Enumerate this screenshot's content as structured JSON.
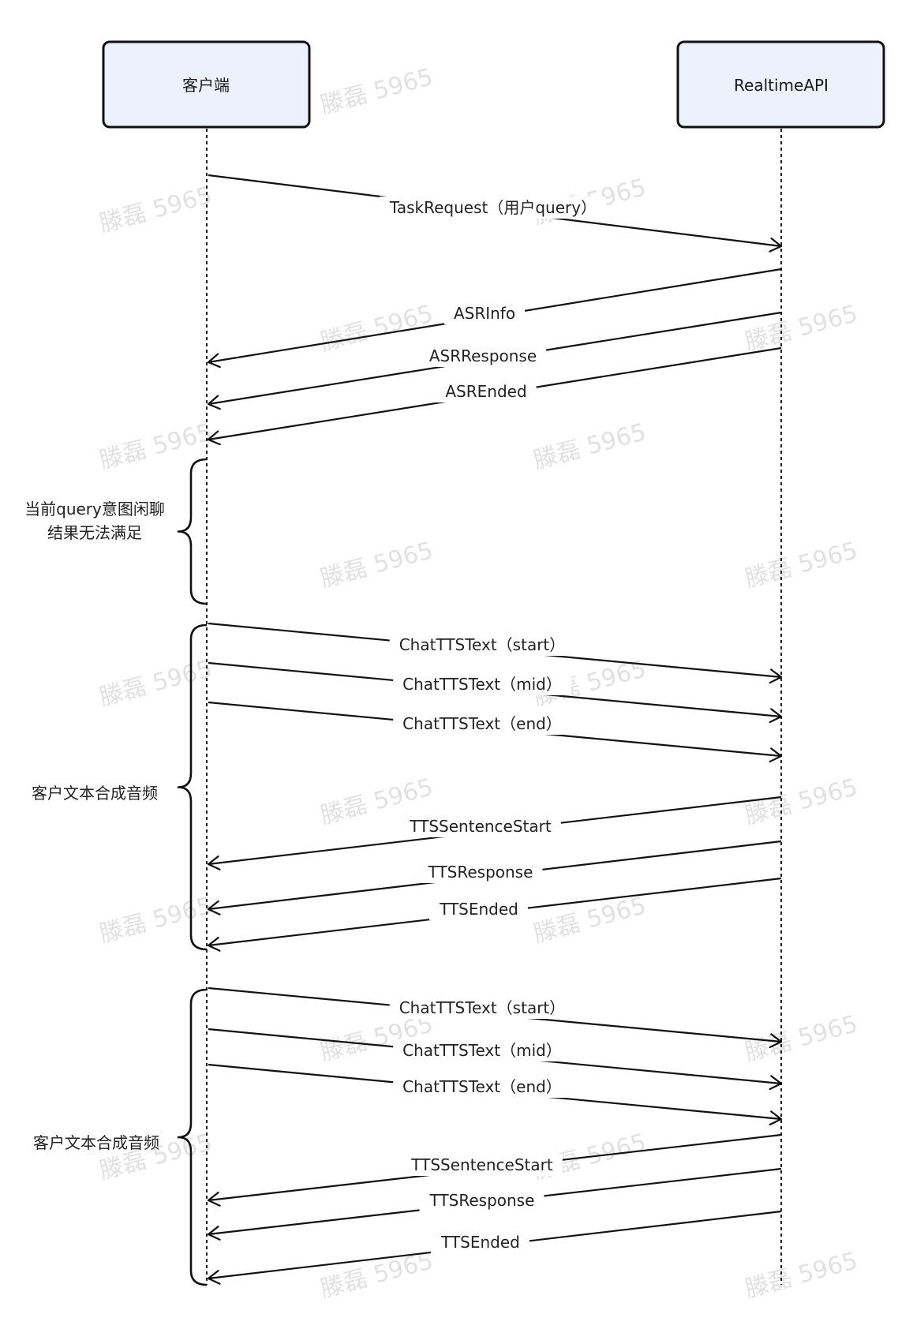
{
  "participants": [
    {
      "id": "client",
      "name": "客户端"
    },
    {
      "id": "api",
      "name": "RealtimeAPI"
    }
  ],
  "messages": [
    {
      "from": "client",
      "to": "api",
      "label": "TaskRequest（用户query）"
    },
    {
      "from": "api",
      "to": "client",
      "label": "ASRInfo"
    },
    {
      "from": "api",
      "to": "client",
      "label": "ASRResponse"
    },
    {
      "from": "api",
      "to": "client",
      "label": "ASREnded"
    },
    {
      "from": "client",
      "to": "api",
      "label": "ChatTTSText（start）"
    },
    {
      "from": "client",
      "to": "api",
      "label": "ChatTTSText（mid）"
    },
    {
      "from": "client",
      "to": "api",
      "label": "ChatTTSText（end）"
    },
    {
      "from": "api",
      "to": "client",
      "label": "TTSSentenceStart"
    },
    {
      "from": "api",
      "to": "client",
      "label": "TTSResponse"
    },
    {
      "from": "api",
      "to": "client",
      "label": "TTSEnded"
    },
    {
      "from": "client",
      "to": "api",
      "label": "ChatTTSText（start）"
    },
    {
      "from": "client",
      "to": "api",
      "label": "ChatTTSText（mid）"
    },
    {
      "from": "client",
      "to": "api",
      "label": "ChatTTSText（end）"
    },
    {
      "from": "api",
      "to": "client",
      "label": "TTSSentenceStart"
    },
    {
      "from": "api",
      "to": "client",
      "label": "TTSResponse"
    },
    {
      "from": "api",
      "to": "client",
      "label": "TTSEnded"
    }
  ],
  "annotations": [
    {
      "lines": [
        "当前query意图闲聊",
        "结果无法满足"
      ]
    },
    {
      "lines": [
        "客户文本合成音频"
      ]
    },
    {
      "lines": [
        "客户文本合成音频"
      ]
    }
  ],
  "watermark": "滕磊 5965"
}
